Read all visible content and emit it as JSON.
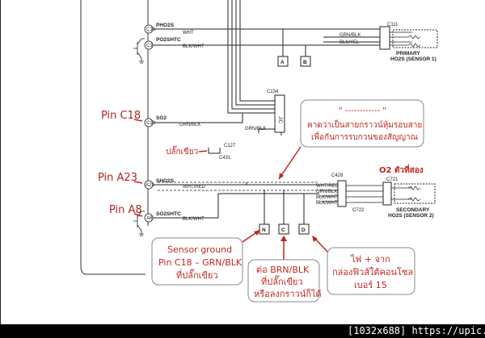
{
  "wires": {
    "pho2s": "PHO2S",
    "pho2s_wht": "WHT",
    "po2shtc": "PO2SHTC",
    "po2shtc_blkwht": "BLK/WHT",
    "sg2": "SG2",
    "sg2_grnblk": "GRN/BLK",
    "sho2s": "SHO2S",
    "sho2s_whtred": "WHT/RED",
    "so2shtc": "SO2SHTC",
    "so2shtc_blkwht": "BLK/WHT",
    "c111_grnblk": "GRN/BLK",
    "c111_blkyel": "BLK/YEL",
    "c134_grnblk": "GRN/BLK",
    "c428_whtred": "WHT/RED",
    "c428_grnblk": "GRN/BLK",
    "c428_blkwht1": "BLK/WHT",
    "c428_blkwht2": "BLK/WHT"
  },
  "connectors": {
    "c18": "C18",
    "c1": "C1",
    "a23": "A23",
    "a8": "A8",
    "c111": "C111",
    "c134": "C134",
    "jc": "J/C",
    "c127": "C127",
    "c431": "C431",
    "c428": "C428",
    "c721": "C721",
    "c722": "C722",
    "a": "A",
    "b": "B",
    "n": "N",
    "c": "C",
    "d": "D"
  },
  "sensors": {
    "primary_1": "PRIMARY",
    "primary_2": "HO2S (SENSOR 1)",
    "secondary_1": "SECONDARY",
    "secondary_2": "HO2S (SENSOR 2)"
  },
  "annotations": {
    "pin_c18": "Pin C18",
    "pin_a23": "Pin A23",
    "pin_a8": "Pin A8",
    "plug_green": "ปลั๊กเขียว",
    "o2_second": "O2 ตัวที่สอง",
    "quote_dashes": "\" ------------ \"",
    "shield_1": "คาดว่าเป็นสายกราวน์หุ้มรอบสาย",
    "shield_2": "เพื่อกันการรบกวนของสัญญาณ",
    "ground_1": "Sensor ground",
    "ground_2": "Pin C18 – GRN/BLK",
    "ground_3": "ที่ปลั๊กเขียว",
    "connect_1": "ต่อ BRN/BLK",
    "connect_2": "ที่ปลั๊กเขียว",
    "connect_3": "หรือลงกราวน์ก็ได้",
    "power_1": "ไฟ + จาก",
    "power_2": "กล่องฟิวส์ใต้คอนโซล",
    "power_3": "เบอร์ 15"
  },
  "footer": "[1032x688] https://upic.me/"
}
